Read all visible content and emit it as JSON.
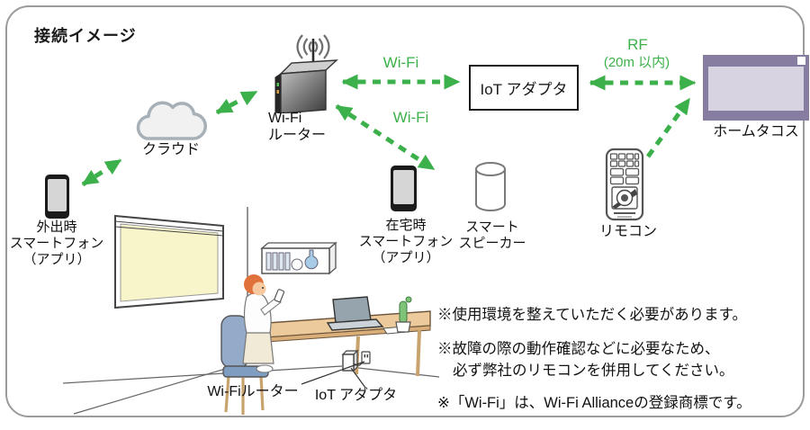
{
  "title": "接続イメージ",
  "nodes": {
    "cloud": {
      "label": "クラウド"
    },
    "phone_away": {
      "line1": "外出時",
      "line2": "スマートフォン",
      "line3": "（アプリ）"
    },
    "router": {
      "line1": "Wi-Fi",
      "line2": "ルーター"
    },
    "iot_adapter": {
      "label": "IoT アダプタ"
    },
    "home_tacos": {
      "label": "ホームタコス"
    },
    "phone_home": {
      "line1": "在宅時",
      "line2": "スマートフォン",
      "line3": "（アプリ）"
    },
    "speaker": {
      "line1": "スマート",
      "line2": "スピーカー"
    },
    "remote": {
      "label": "リモコン"
    }
  },
  "links": {
    "router_iot": "Wi-Fi",
    "router_phone": "Wi-Fi",
    "rf": "RF",
    "rf_range": "(20m 以内)"
  },
  "room": {
    "router_label": "Wi-Fiルーター",
    "adapter_label": "IoT アダプタ"
  },
  "footnotes": [
    "※使用環境を整えていただく必要があります。",
    "※故障の際の動作確認などに必要なため、",
    "必ず弊社のリモコンを併用してください。",
    "※「Wi-Fi」は、Wi-Fi Allianceの登録商標です。"
  ],
  "colors": {
    "arrow_green": "#3cb04a",
    "blind_purple": "#877da0",
    "blind_lavender": "#d7d3e1",
    "window_yellow": "#f9f5cb"
  }
}
